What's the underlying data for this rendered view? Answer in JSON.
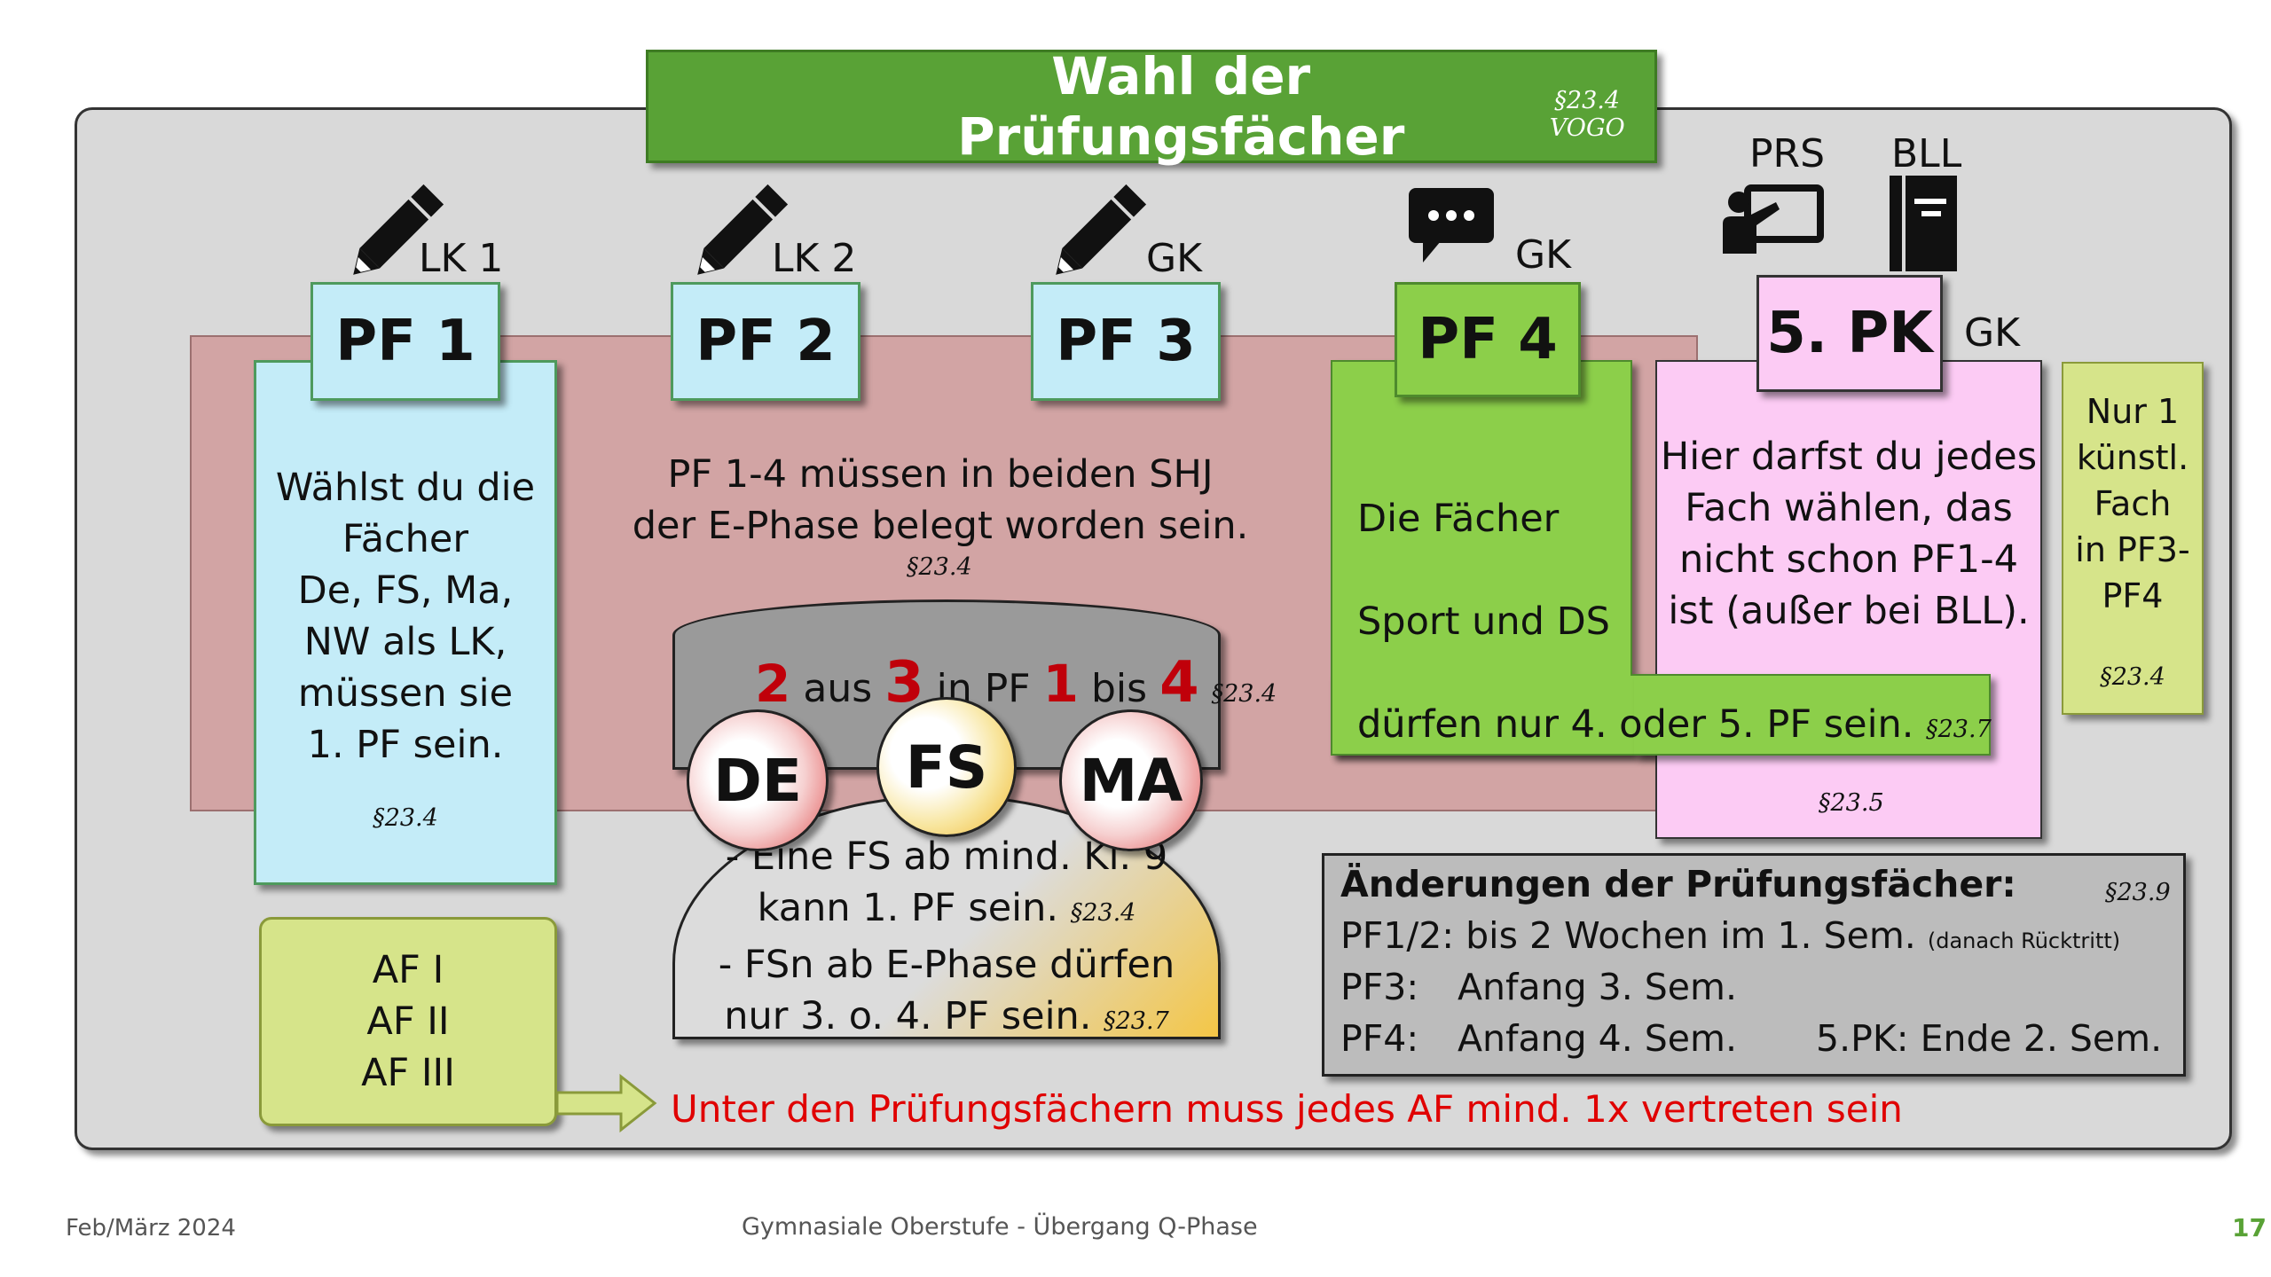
{
  "title": {
    "main": "Wahl der Prüfungsfächer",
    "ref": "§23.4 VOGO"
  },
  "columns": [
    {
      "id": "pf1",
      "label": "PF 1",
      "tag": "LK 1",
      "icon": "pencil-icon"
    },
    {
      "id": "pf2",
      "label": "PF 2",
      "tag": "LK 2",
      "icon": "pencil-icon"
    },
    {
      "id": "pf3",
      "label": "PF 3",
      "tag": "GK",
      "icon": "pencil-icon"
    },
    {
      "id": "pf4",
      "label": "PF 4",
      "tag": "GK",
      "icon": "speech-bubble-icon"
    },
    {
      "id": "pk5",
      "label": "5. PK",
      "tag": "GK"
    }
  ],
  "prs": {
    "label": "PRS",
    "icon": "presentation-icon"
  },
  "bll": {
    "label": "BLL",
    "icon": "book-icon"
  },
  "pf1_note": {
    "lines": [
      "Wählst du die",
      "Fächer",
      "De, FS, Ma,",
      "NW als LK,",
      "müssen sie",
      "1. PF sein."
    ],
    "ref": "§23.4"
  },
  "center_note": {
    "lines": [
      "PF 1-4 müssen in beiden SHJ",
      "der  E-Phase belegt worden sein."
    ],
    "ref": "§23.4"
  },
  "rule_2aus3": {
    "n1": "2",
    "w1": "aus",
    "n2": "3",
    "w2": "in PF",
    "n3": "1",
    "w3": "bis",
    "n4": "4",
    "ref": "§23.4"
  },
  "circles": [
    "DE",
    "FS",
    "MA"
  ],
  "fs_note": {
    "line1": "- Eine FS ab mind. Kl. 9",
    "line2": "kann 1. PF sein.",
    "ref1": "§23.4",
    "line3": "- FSn ab E-Phase dürfen",
    "line4": "nur 3. o. 4. PF sein.",
    "ref2": "§23.7"
  },
  "pf4_note": {
    "line1": "Die Fächer",
    "line2": "Sport und DS",
    "line3": "dürfen nur 4. oder 5. PF sein.",
    "ref": "§23.7"
  },
  "pk5_note": {
    "lines": [
      "Hier darfst du jedes",
      "Fach wählen, das",
      "nicht schon PF1-4",
      "ist (außer bei BLL)."
    ],
    "ref": "§23.5"
  },
  "art_note": {
    "lines": [
      "Nur 1",
      "künstl.",
      "Fach",
      "in PF3-",
      "PF4"
    ],
    "ref": "§23.4"
  },
  "changes": {
    "heading": "Änderungen der Prüfungsfächer:",
    "ref": "§23.9",
    "r1_label": "PF1/2:",
    "r1_text": "bis 2 Wochen im 1. Sem.",
    "r1_small": "(danach Rücktritt)",
    "r2_label": "PF3:",
    "r2_text": "Anfang 3. Sem.",
    "r3_label": "PF4:",
    "r3_text": "Anfang 4. Sem.",
    "r3_extra": "5.PK: Ende 2. Sem."
  },
  "af": {
    "lines": [
      "AF I",
      "AF II",
      "AF III"
    ],
    "statement": "Unter den Prüfungsfächern muss jedes AF mind. 1x vertreten sein"
  },
  "footer": {
    "date": "Feb/März 2024",
    "center": "Gymnasiale Oberstufe - Übergang Q-Phase",
    "page": "17"
  },
  "colors": {
    "title_green": "#59a236",
    "pf_blue": "#c4ecf8",
    "pf_green": "#8ccf4a",
    "pk_pink": "#fccbf4",
    "af_yellow": "#d6e48a",
    "accent_red": "#e00000",
    "number_red": "#c0000a",
    "band_pink": "#d2a4a4"
  }
}
